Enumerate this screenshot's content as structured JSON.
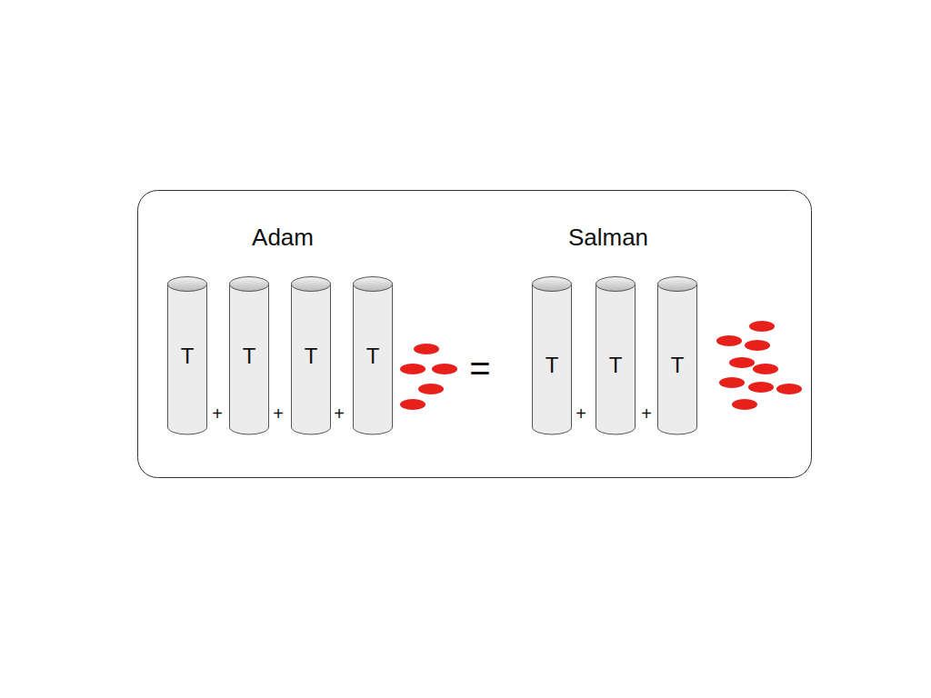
{
  "diagram": {
    "nodes": [
      {
        "text": [
          "T"
        ]
      },
      {
        "text": [
          "T"
        ]
      },
      {
        "text": [
          "T"
        ]
      },
      {
        "text": [
          "T"
        ]
      },
      {
        "text": [
          "T"
        ]
      },
      {
        "text": [
          "T"
        ]
      },
      {
        "text": [
          "T"
        ]
      }
    ],
    "labels": [
      "Adam",
      "Salman",
      "+",
      "+",
      "+",
      "=",
      "+",
      "+"
    ]
  }
}
